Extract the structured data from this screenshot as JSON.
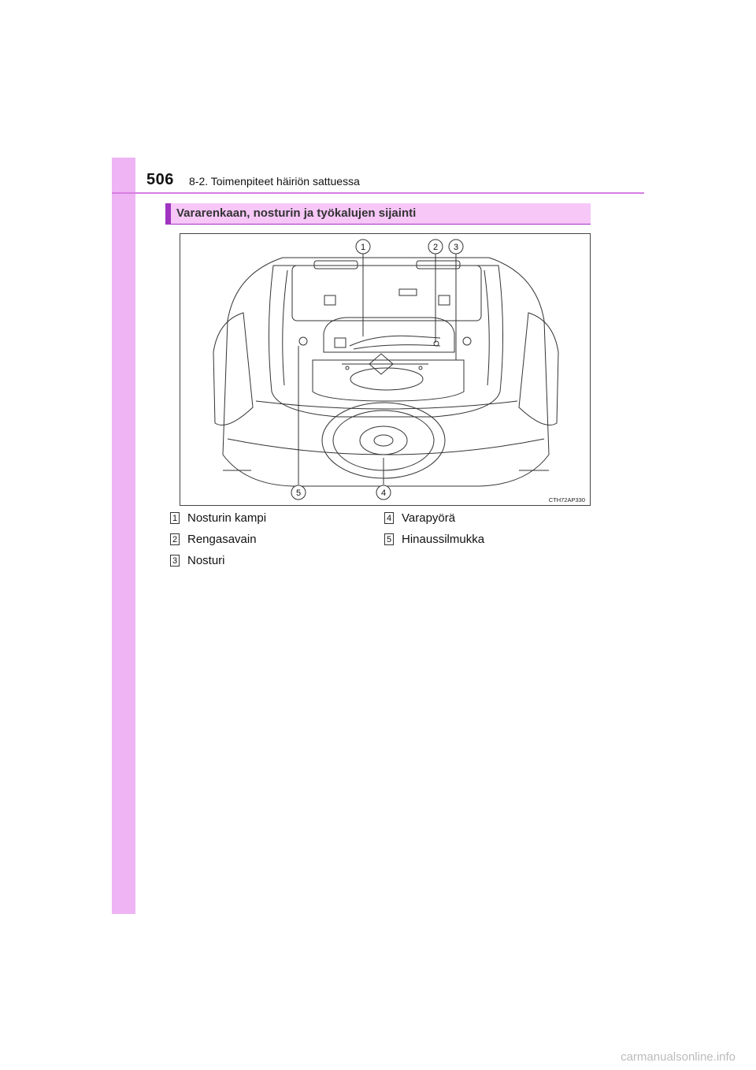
{
  "header": {
    "page_number": "506",
    "chapter": "8-2. Toimenpiteet häiriön sattuessa"
  },
  "section": {
    "title": "Vararenkaan, nosturin ja työkalujen sijainti"
  },
  "figure": {
    "code": "CTH72AP330",
    "callouts": [
      "1",
      "2",
      "3",
      "4",
      "5"
    ]
  },
  "legend": [
    {
      "num": "1",
      "label": "Nosturin kampi"
    },
    {
      "num": "2",
      "label": "Rengasavain"
    },
    {
      "num": "3",
      "label": "Nosturi"
    },
    {
      "num": "4",
      "label": "Varapyörä"
    },
    {
      "num": "5",
      "label": "Hinaussilmukka"
    }
  ],
  "watermark": "carmanualsonline.info"
}
